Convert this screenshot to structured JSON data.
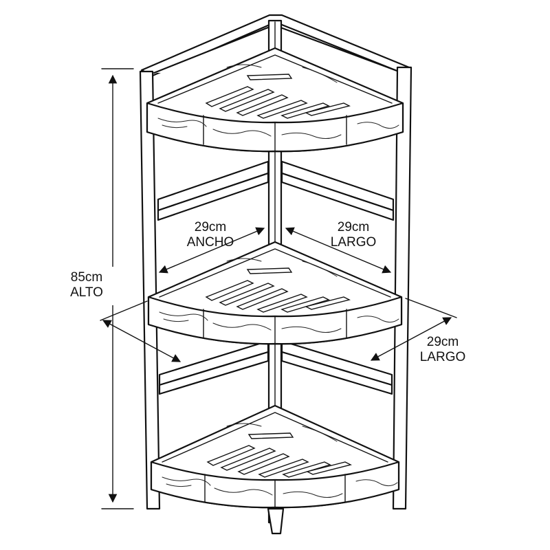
{
  "dimensions": {
    "height": {
      "value": "85cm",
      "label": "ALTO"
    },
    "width": {
      "value": "29cm",
      "label": "ANCHO"
    },
    "length_upper": {
      "value": "29cm",
      "label": "LARGO"
    },
    "length_lower": {
      "value": "29cm",
      "label": "LARGO"
    }
  },
  "colors": {
    "line": "#111111",
    "background": "#ffffff"
  }
}
